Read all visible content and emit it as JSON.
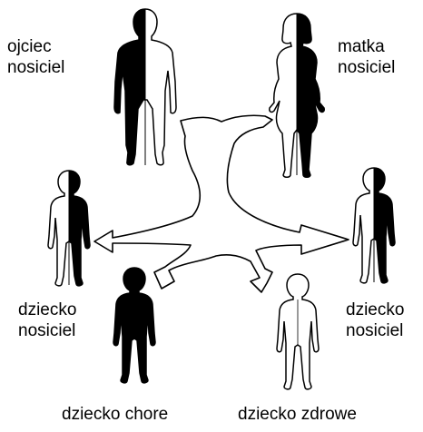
{
  "labels": {
    "father": [
      "ojciec",
      "nosiciel"
    ],
    "mother": [
      "matka",
      "nosiciel"
    ],
    "child_carrier_left": [
      "dziecko",
      "nosiciel"
    ],
    "child_carrier_right": [
      "dziecko",
      "nosiciel"
    ],
    "child_sick": "dziecko chore",
    "child_healthy": "dziecko zdrowe"
  },
  "colors": {
    "affected": "#000000",
    "unaffected": "#ffffff",
    "outline": "#000000"
  },
  "figures": [
    {
      "id": "father",
      "role": "ojciec nosiciel",
      "fill": "half"
    },
    {
      "id": "mother",
      "role": "matka nosiciel",
      "fill": "half"
    },
    {
      "id": "child-left",
      "role": "dziecko nosiciel",
      "fill": "half"
    },
    {
      "id": "child-right",
      "role": "dziecko nosiciel",
      "fill": "half"
    },
    {
      "id": "child-sick",
      "role": "dziecko chore",
      "fill": "full"
    },
    {
      "id": "child-healthy",
      "role": "dziecko zdrowe",
      "fill": "none"
    }
  ]
}
